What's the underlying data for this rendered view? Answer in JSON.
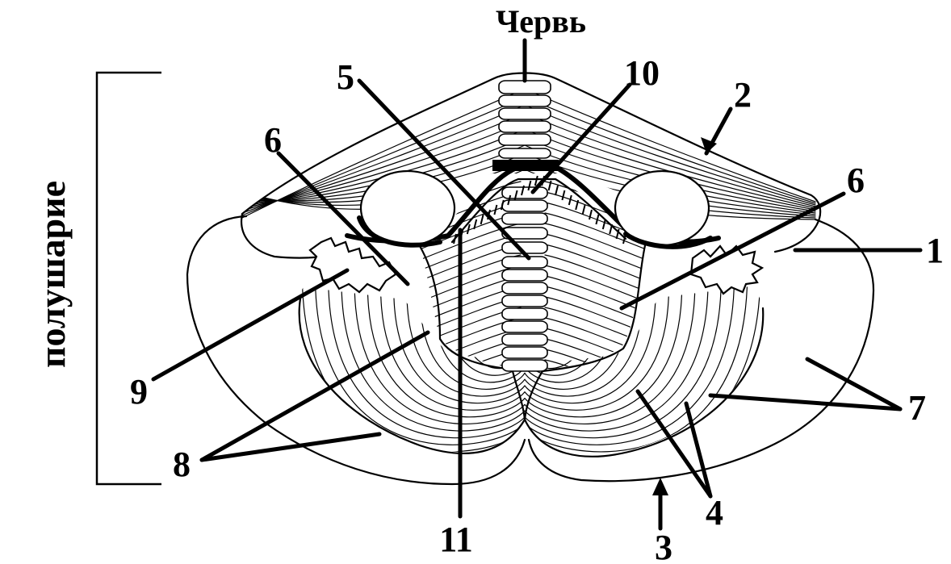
{
  "labels": {
    "vermis": "Червь",
    "hemisphere": "полушарие",
    "n1": "1",
    "n2": "2",
    "n3": "3",
    "n4": "4",
    "n5": "5",
    "n6_left": "6",
    "n6_right": "6",
    "n7": "7",
    "n8": "8",
    "n9": "9",
    "n10": "10",
    "n11": "11"
  }
}
